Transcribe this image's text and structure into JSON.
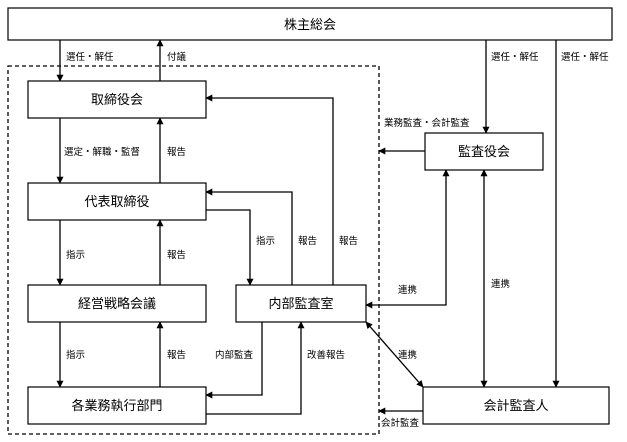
{
  "boxes": {
    "shareholders": "株主総会",
    "board": "取締役会",
    "representative": "代表取締役",
    "strategy_meeting": "経営戦略会議",
    "departments": "各業務執行部門",
    "internal_audit": "内部監査室",
    "auditors_board": "監査役会",
    "accounting_auditor": "会計監査人"
  },
  "labels": {
    "elect_dismiss_board": "選任・解任",
    "agenda": "付議",
    "elect_dismiss_auditors": "選任・解任",
    "elect_dismiss_accounting": "選任・解任",
    "select_dismiss_supervise": "選定・解職・監督",
    "report_rep_to_board": "報告",
    "business_accounting_audit": "業務監査・会計監査",
    "instruct_rep_to_strategy": "指示",
    "report_strategy_to_rep": "報告",
    "instruct_to_internal": "指示",
    "report_internal_to_rep": "報告",
    "report_internal_to_board": "報告",
    "cooperation_internal_auditors": "連携",
    "cooperation_auditors_accounting": "連携",
    "instruct_strategy_to_dept": "指示",
    "report_dept_to_strategy": "報告",
    "internal_audit_label": "内部監査",
    "improvement_report": "改善報告",
    "cooperation_internal_accounting": "連携",
    "accounting_audit": "会計監査"
  }
}
